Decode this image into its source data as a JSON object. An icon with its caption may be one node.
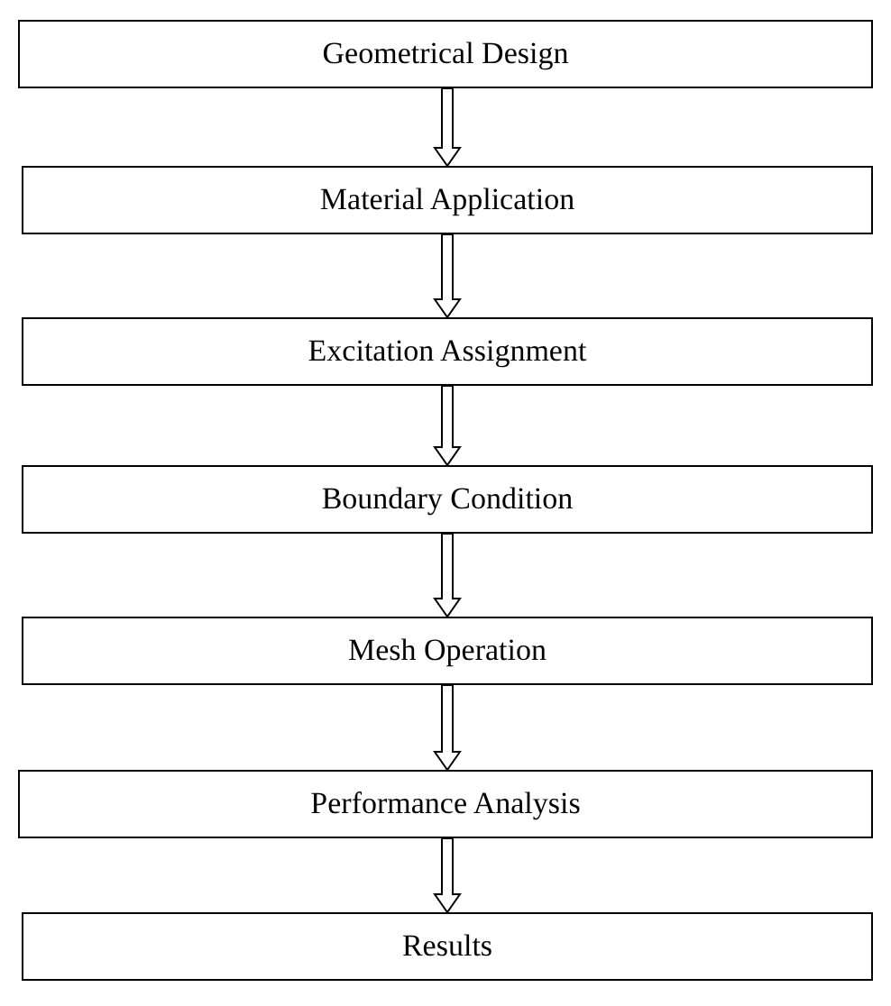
{
  "diagram": {
    "nodes": [
      {
        "text": [
          "Geometrical Design"
        ]
      },
      {
        "text": [
          "Material Application"
        ]
      },
      {
        "text": [
          "Excitation Assignment"
        ]
      },
      {
        "text": [
          "Boundary Condition"
        ]
      },
      {
        "text": [
          "Mesh Operation"
        ]
      },
      {
        "text": [
          "Performance Analysis"
        ]
      },
      {
        "text": [
          "Results"
        ]
      }
    ],
    "edges": [
      {
        "from": 0,
        "to": 1,
        "arrow": "to"
      },
      {
        "from": 1,
        "to": 2,
        "arrow": "to"
      },
      {
        "from": 2,
        "to": 3,
        "arrow": "to"
      },
      {
        "from": 3,
        "to": 4,
        "arrow": "to"
      },
      {
        "from": 4,
        "to": 5,
        "arrow": "to"
      },
      {
        "from": 5,
        "to": 6,
        "arrow": "to"
      }
    ]
  }
}
